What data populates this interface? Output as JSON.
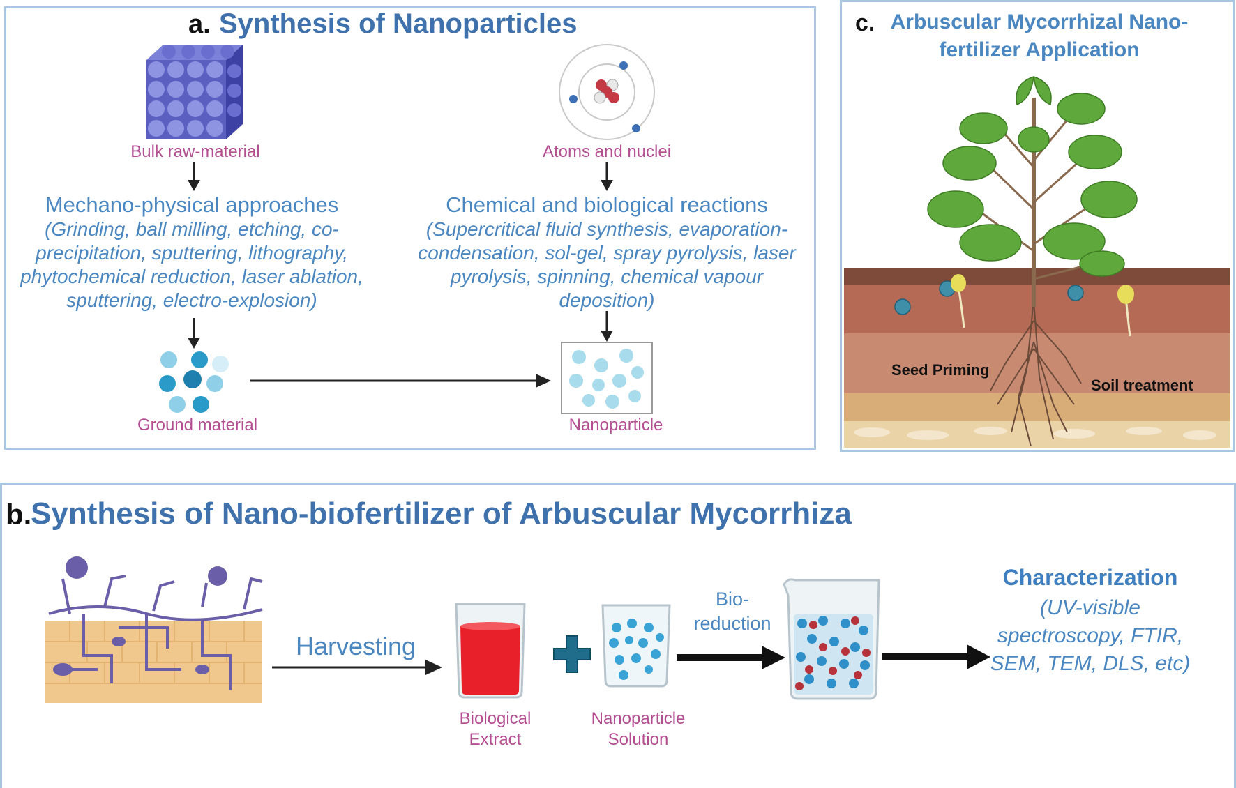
{
  "panel_a": {
    "letter": "a.",
    "title": "Synthesis of Nanoparticles",
    "bulk_label": "Bulk raw-material",
    "atoms_label": "Atoms and nuclei",
    "mechano_heading": "Mechano-physical approaches",
    "mechano_lines": [
      "(Grinding, ball milling, etching, co-",
      "precipitation, sputtering, lithography,",
      "phytochemical reduction, laser  ablation,",
      "sputtering, electro-explosion)"
    ],
    "chemical_heading": "Chemical and biological reactions",
    "chemical_lines": [
      "(Supercritical fluid synthesis, evaporation-",
      "condensation, sol-gel, spray pyrolysis, laser",
      "pyrolysis, spinning, chemical vapour",
      "deposition)"
    ],
    "ground_label": "Ground material",
    "nanoparticle_label": "Nanoparticle"
  },
  "panel_b": {
    "letter": "b.",
    "title": "Synthesis of Nano-biofertilizer of Arbuscular Mycorrhiza",
    "harvesting_label": "Harvesting",
    "bio_extract_lines": [
      "Biological",
      "Extract"
    ],
    "np_solution_lines": [
      "Nanoparticle",
      "Solution"
    ],
    "bioreduction_lines": [
      "Bio-",
      "reduction"
    ],
    "characterization_heading": "Characterization",
    "characterization_lines": [
      "(UV-visible",
      "spectroscopy, FTIR,",
      "SEM, TEM, DLS, etc)"
    ]
  },
  "panel_c": {
    "letter": "c.",
    "title_lines": [
      "Arbuscular Mycorrhizal Nano-",
      "fertilizer Application"
    ],
    "seed_priming_label": "Seed Priming",
    "soil_treatment_label": "Soil treatment"
  },
  "colors": {
    "title_blue": "#3f72ad",
    "text_blue": "#4a86c0",
    "label_pink": "#b34e91",
    "panel_border": "#a9c6e3",
    "cube_blue": "#5a5fc0",
    "hyphae_purple": "#6b5ea8",
    "extract_red": "#e8202a",
    "plus_teal": "#1f6d8a"
  }
}
